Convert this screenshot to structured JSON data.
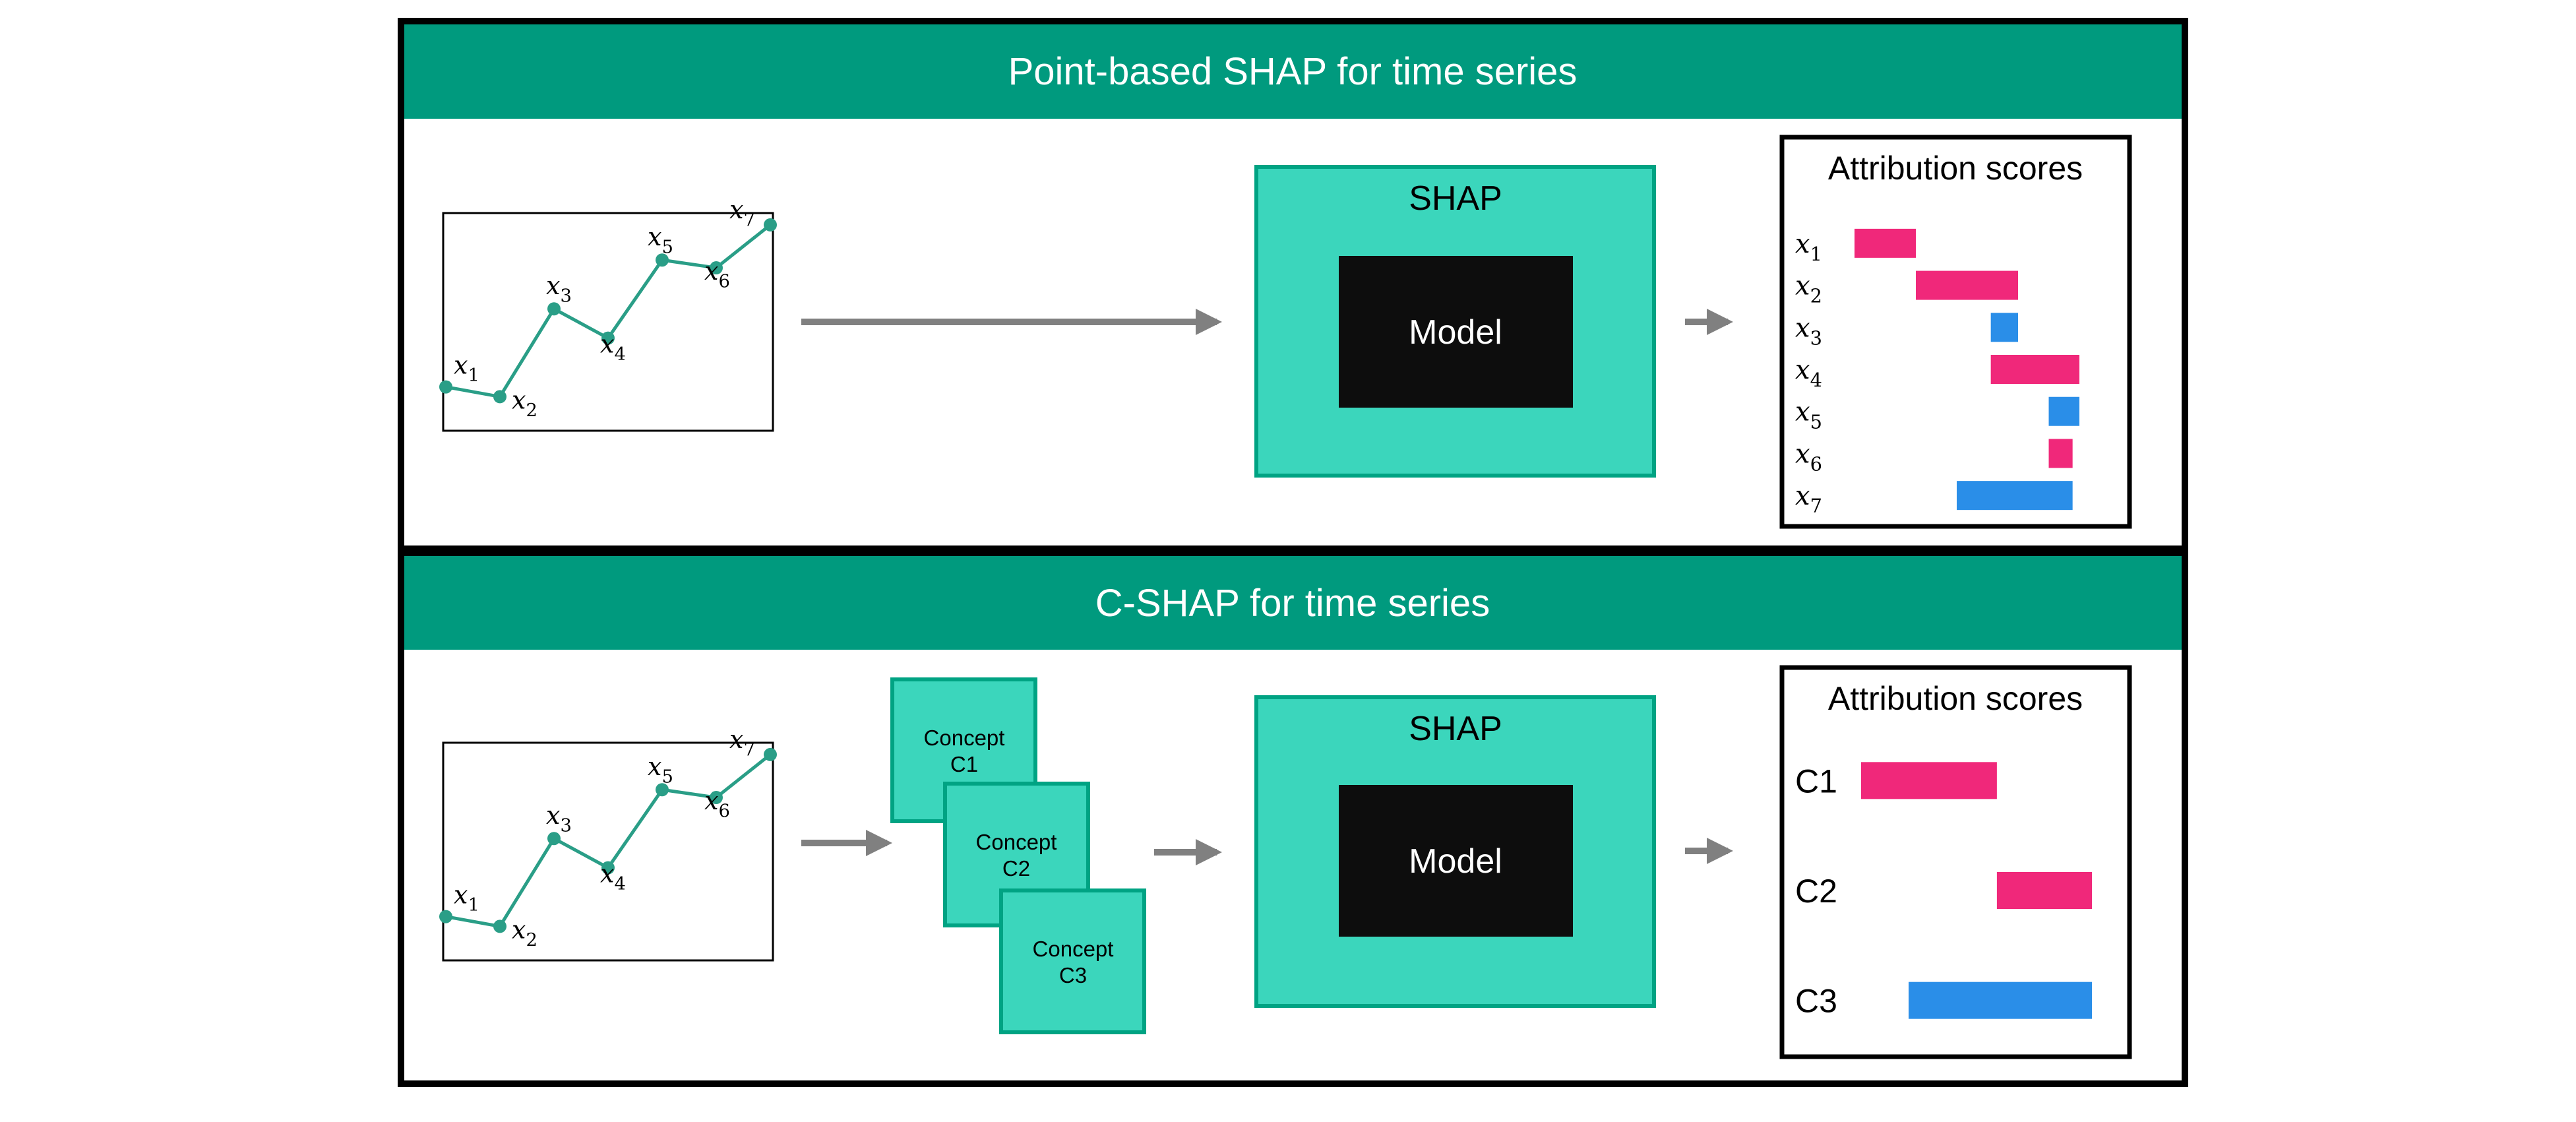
{
  "colors": {
    "header": "#009a7e",
    "block": "#3bd6bc",
    "block_border": "#00a383",
    "series": "#2a9e87",
    "model": "#0d0d0d",
    "positive": "#f0287a",
    "negative": "#2a8ee8",
    "arrow": "#808080",
    "frame": "#000000"
  },
  "panels": {
    "top": {
      "title": "Point-based SHAP for time series",
      "shap_label": "SHAP",
      "model_label": "Model",
      "scores_title": "Attribution scores"
    },
    "bottom": {
      "title": "C-SHAP for time series",
      "shap_label": "SHAP",
      "model_label": "Model",
      "scores_title": "Attribution scores",
      "concepts": [
        {
          "line1": "Concept",
          "line2": "C1"
        },
        {
          "line1": "Concept",
          "line2": "C2"
        },
        {
          "line1": "Concept",
          "line2": "C3"
        }
      ]
    }
  },
  "series_points": [
    {
      "label": "x",
      "sub": "1",
      "t": 0,
      "value": 0.15
    },
    {
      "label": "x",
      "sub": "2",
      "t": 1,
      "value": 0.1
    },
    {
      "label": "x",
      "sub": "3",
      "t": 2,
      "value": 0.55
    },
    {
      "label": "x",
      "sub": "4",
      "t": 3,
      "value": 0.4
    },
    {
      "label": "x",
      "sub": "5",
      "t": 4,
      "value": 0.8
    },
    {
      "label": "x",
      "sub": "6",
      "t": 5,
      "value": 0.76
    },
    {
      "label": "x",
      "sub": "7",
      "t": 6,
      "value": 0.98
    }
  ],
  "chart_data": [
    {
      "type": "bar",
      "orientation": "horizontal-waterfall",
      "title": "Attribution scores",
      "categories": [
        "x1",
        "x2",
        "x3",
        "x4",
        "x5",
        "x6",
        "x7"
      ],
      "category_labels": [
        {
          "label": "x",
          "sub": "1"
        },
        {
          "label": "x",
          "sub": "2"
        },
        {
          "label": "x",
          "sub": "3"
        },
        {
          "label": "x",
          "sub": "4"
        },
        {
          "label": "x",
          "sub": "5"
        },
        {
          "label": "x",
          "sub": "6"
        },
        {
          "label": "x",
          "sub": "7"
        }
      ],
      "values": [
        0.9,
        1.5,
        -0.4,
        1.3,
        -0.45,
        0.35,
        -1.7
      ],
      "base": 0,
      "axis_visible": false
    },
    {
      "type": "bar",
      "orientation": "horizontal-waterfall",
      "title": "Attribution scores",
      "categories": [
        "C1",
        "C2",
        "C3"
      ],
      "values": [
        2.0,
        1.4,
        -2.7
      ],
      "base": 0,
      "axis_visible": false
    }
  ]
}
